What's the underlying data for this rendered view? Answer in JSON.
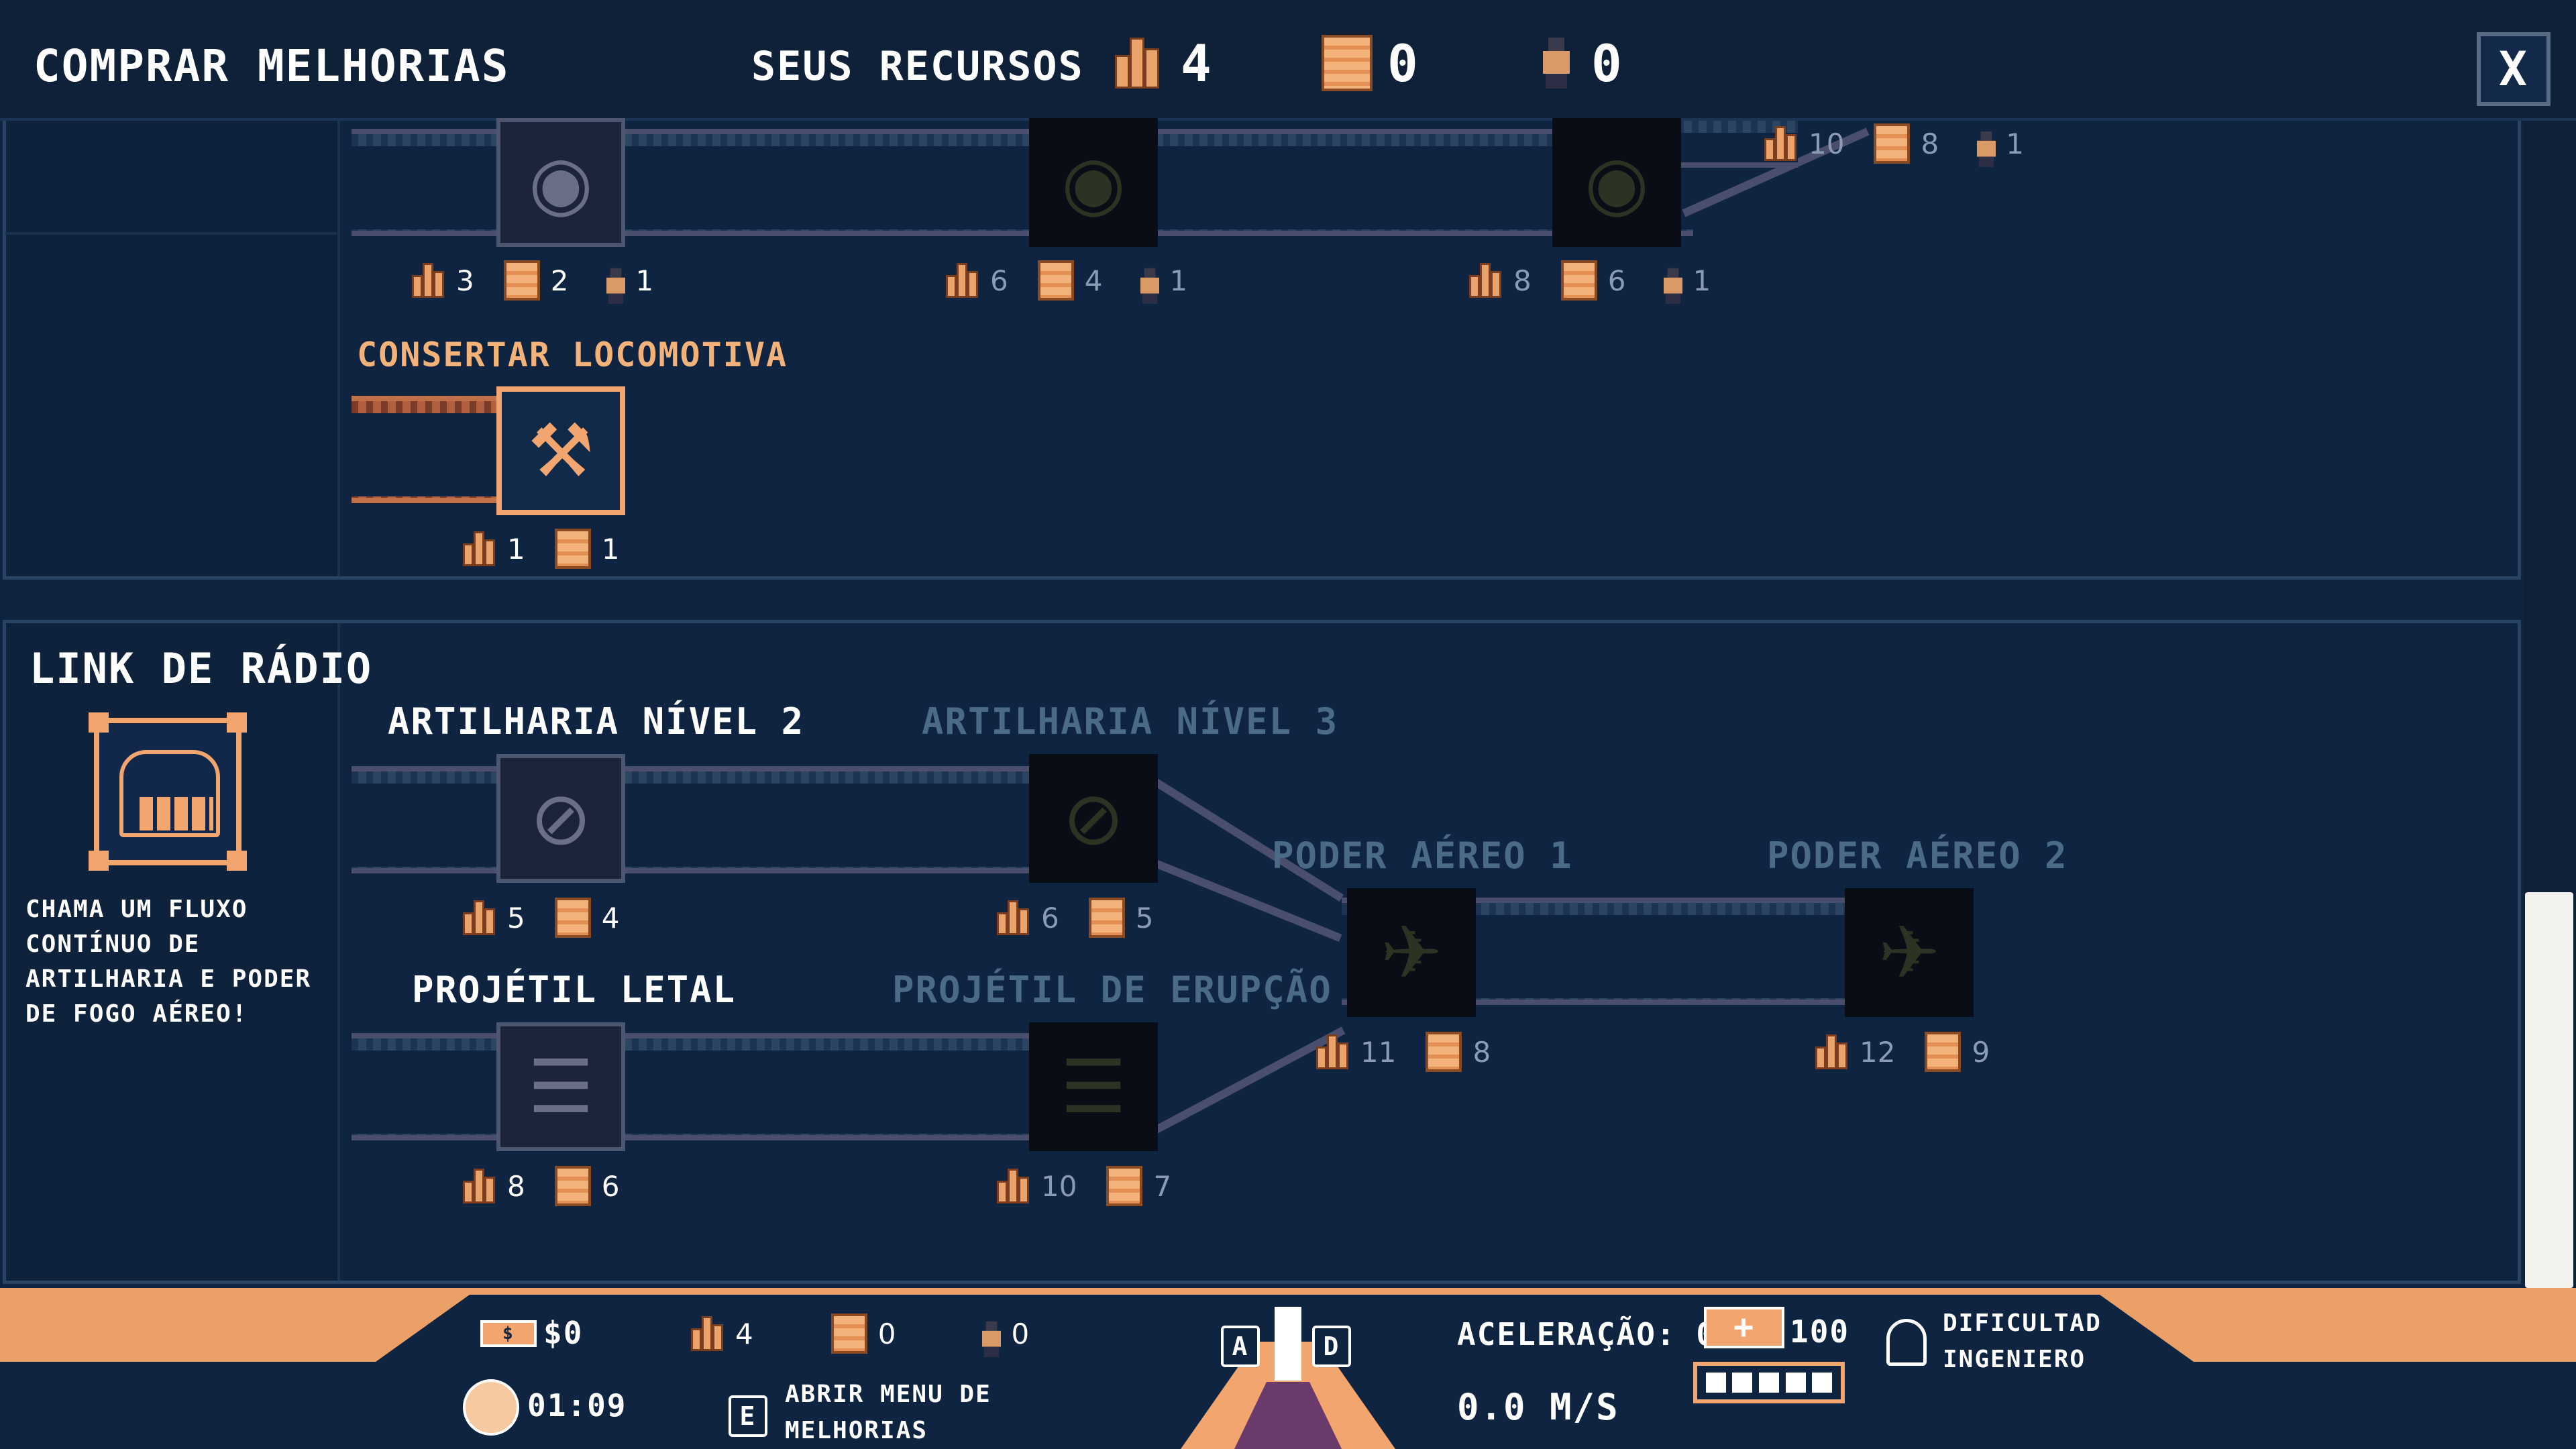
{
  "header": {
    "title": "Comprar Melhorias",
    "resources_label": "Seus Recursos",
    "metal": "4",
    "wood": "0",
    "workers": "0",
    "close_label": "X"
  },
  "locomotive_section": {
    "top_row_costs": [
      {
        "metal": "3",
        "wood": "2",
        "workers": "1"
      },
      {
        "metal": "6",
        "wood": "4",
        "workers": "1"
      },
      {
        "metal": "8",
        "wood": "6",
        "workers": "1"
      },
      {
        "metal": "10",
        "wood": "8",
        "workers": "1"
      }
    ],
    "repair": {
      "label": "Consertar Locomotiva",
      "metal": "1",
      "wood": "1"
    }
  },
  "radio_section": {
    "title": "Link de Rádio",
    "description": "Chama um fluxo contínuo de artilharia e poder de fogo aéreo!",
    "nodes": {
      "artillery2": {
        "label": "Artilharia Nível 2",
        "metal": "5",
        "wood": "4"
      },
      "artillery3": {
        "label": "Artilharia Nível 3",
        "metal": "6",
        "wood": "5"
      },
      "lethal": {
        "label": "Projétil Letal",
        "metal": "8",
        "wood": "6"
      },
      "eruption": {
        "label": "Projétil de Erupção",
        "metal": "10",
        "wood": "7"
      },
      "air1": {
        "label": "Poder Aéreo 1",
        "metal": "11",
        "wood": "8"
      },
      "air2": {
        "label": "Poder Aéreo 2",
        "metal": "12",
        "wood": "9"
      }
    }
  },
  "hud": {
    "money_icon": "$",
    "money": "$0",
    "time": "01:09",
    "metal": "4",
    "wood": "0",
    "workers": "0",
    "key_left": "A",
    "key_right": "D",
    "key_menu": "E",
    "menu_hint": "Abrir menu de melhorias",
    "acceleration": "Aceleração: 0",
    "speed": "0.0 m/s",
    "health": "100",
    "health_icon": "+",
    "difficulty": "Dificultad Ingeniero"
  },
  "colors": {
    "background": "#0f2440",
    "accent": "#f3a56f",
    "locked_text": "#4b6a88"
  }
}
